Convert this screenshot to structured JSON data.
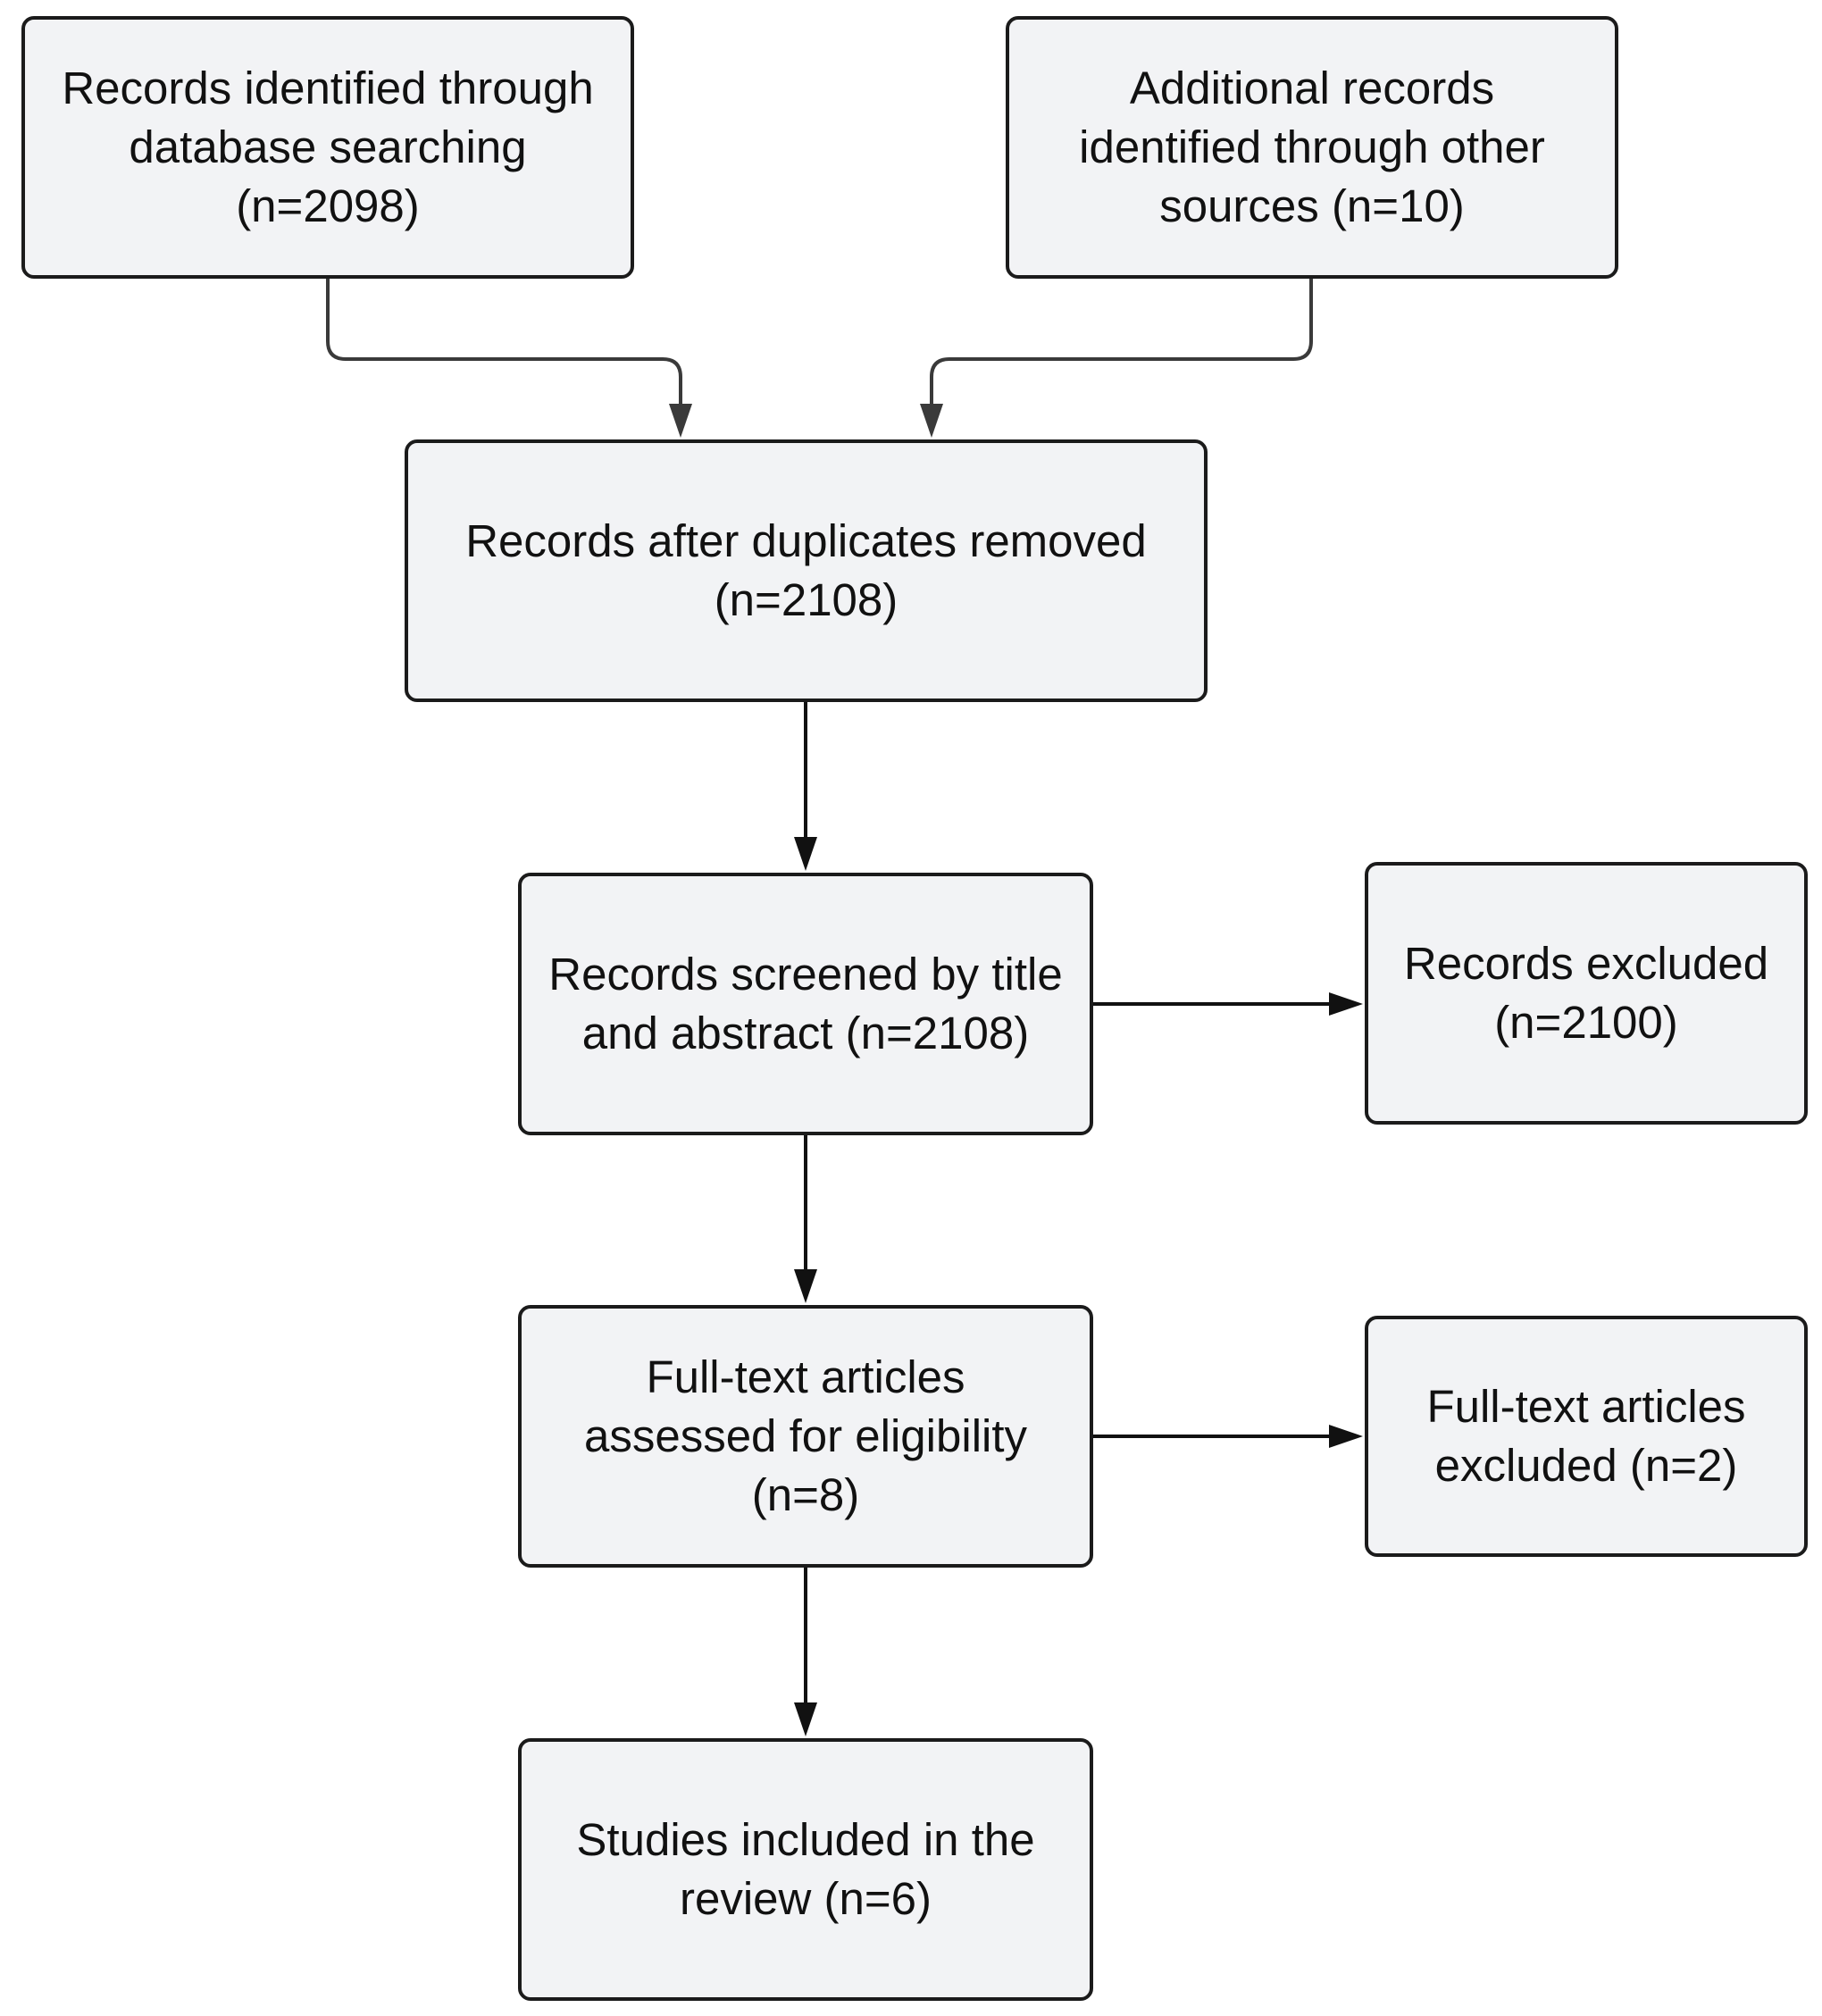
{
  "diagram": {
    "type": "flowchart",
    "nodes": [
      {
        "id": "db",
        "label": "Records identified through\ndatabase searching\n(n=2098)"
      },
      {
        "id": "other",
        "label": "Additional records\nidentified through other\nsources (n=10)"
      },
      {
        "id": "dedup",
        "label": "Records after duplicates removed\n(n=2108)"
      },
      {
        "id": "screened",
        "label": "Records screened by title\nand abstract (n=2108)"
      },
      {
        "id": "excluded",
        "label": "Records excluded\n(n=2100)"
      },
      {
        "id": "fulltext",
        "label": "Full-text articles\nassessed for eligibility\n(n=8)"
      },
      {
        "id": "ftexcl",
        "label": "Full-text articles\nexcluded (n=2)"
      },
      {
        "id": "included",
        "label": "Studies included in the\nreview (n=6)"
      }
    ],
    "edges": [
      {
        "from": "db",
        "to": "dedup"
      },
      {
        "from": "other",
        "to": "dedup"
      },
      {
        "from": "dedup",
        "to": "screened"
      },
      {
        "from": "screened",
        "to": "excluded"
      },
      {
        "from": "screened",
        "to": "fulltext"
      },
      {
        "from": "fulltext",
        "to": "ftexcl"
      },
      {
        "from": "fulltext",
        "to": "included"
      }
    ]
  },
  "colors": {
    "box_fill": "#f2f3f5",
    "box_border": "#1b1b1b",
    "connector_gray": "#3a3a3a",
    "connector_black": "#111111"
  }
}
